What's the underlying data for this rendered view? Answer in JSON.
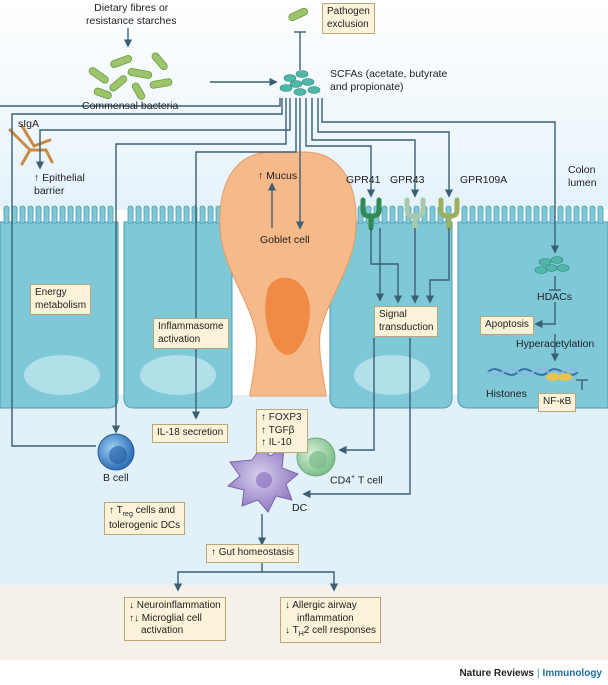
{
  "labels": {
    "dietary": "Dietary fibres or\nresistance starches",
    "commensal": "Commensal bacteria",
    "pathogen": "Pathogen\nexclusion",
    "scfas": "SCFAs (acetate, butyrate\nand propionate)",
    "siga": "sIgA",
    "epithelial": "↑ Epithelial\nbarrier",
    "mucus": "↑ Mucus",
    "goblet": "Goblet cell",
    "gpr41": "GPR41",
    "gpr43": "GPR43",
    "gpr109a": "GPR109A",
    "colon": "Colon\nlumen",
    "energy": "Energy\nmetabolism",
    "inflammasome": "Inflammasome\nactivation",
    "signal": "Signal\ntransduction",
    "hdacs": "HDACs",
    "apoptosis": "Apoptosis",
    "hyperacetylation": "Hyperacetylation",
    "histones": "Histones",
    "nfkb": "NF-κB",
    "il18": "IL-18 secretion",
    "foxp3": "↑ FOXP3",
    "tgfb": "↑ TGFβ",
    "il10": "↑ IL-10",
    "bcell": "B cell",
    "cd4_main": "CD4",
    "cd4_sup": "+",
    "cd4_tail": " T cell",
    "dc": "DC",
    "treg_pre": "↑ T",
    "treg_sub": "reg",
    "treg_post": " cells and",
    "treg_line2": "tolerogenic DCs",
    "gut": "↑ Gut homeostasis",
    "neuro1": "↓ Neuroinflammation",
    "neuro2": "↑↓ Microglial cell",
    "neuro3": "activation",
    "allergy1": "↓ Allergic airway",
    "allergy2": "inflammation",
    "allergy3_pre": "↓ T",
    "allergy3_sub": "H",
    "allergy3_post": "2 cell responses"
  },
  "footer": {
    "journal": "Nature Reviews",
    "separator": "|",
    "section": "Immunology"
  },
  "colors": {
    "cell_fill": "#7fc8d8",
    "cell_stroke": "#4a9db2",
    "nucleus": "#bfe6ee",
    "goblet_fill": "#f6b98a",
    "goblet_nucleus": "#f08a45",
    "bacteria": "#9cc46a",
    "scfa": "#4fb6a8",
    "arrow": "#3b5f73",
    "box_fill": "#fbf3d9",
    "bcell": "#2d7bc2",
    "tcell": "#8fc79a",
    "dc": "#9a85c4"
  }
}
